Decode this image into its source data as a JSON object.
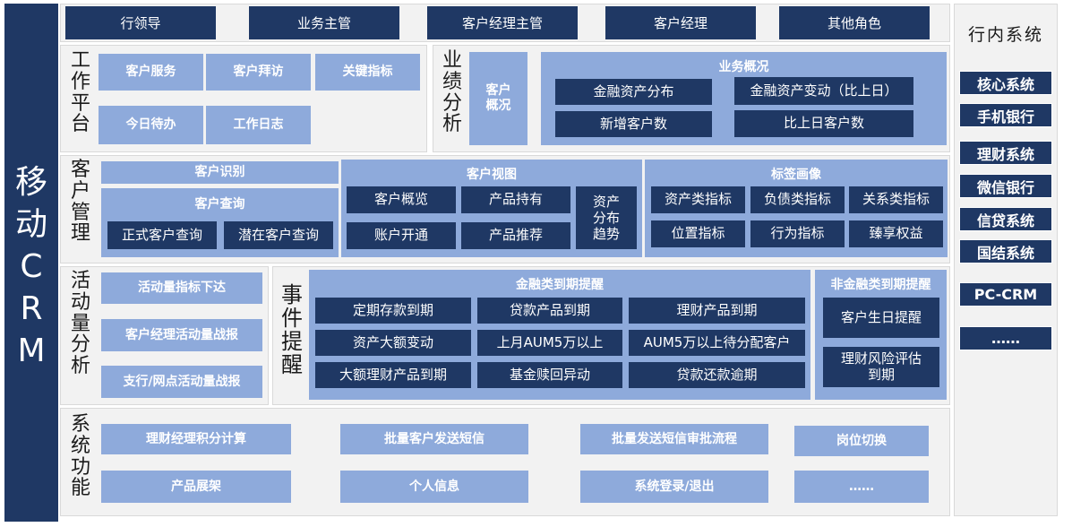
{
  "left_title": [
    "移",
    "动",
    "C",
    "R",
    "M"
  ],
  "roles": [
    "行领导",
    "业务主管",
    "客户经理主管",
    "客户经理",
    "其他角色"
  ],
  "work_platform": {
    "label": [
      "工",
      "作",
      "平",
      "台"
    ],
    "items": [
      "客户服务",
      "客户拜访",
      "关键指标",
      "今日待办",
      "工作日志"
    ]
  },
  "performance": {
    "label": [
      "业",
      "绩",
      "分",
      "析"
    ],
    "overview_left": "客户\n概况",
    "business_overview_title": "业务概况",
    "items": [
      "金融资产分布",
      "金融资产变动（比上日）",
      "新增客户数",
      "比上日客户数"
    ]
  },
  "customer_mgmt": {
    "label": [
      "客",
      "户",
      "管",
      "理"
    ],
    "identify": "客户识别",
    "query_title": "客户查询",
    "query_items": [
      "正式客户查询",
      "潜在客户查询"
    ],
    "view_title": "客户视图",
    "view_items": [
      "客户概览",
      "产品持有",
      "账户开通",
      "产品推荐"
    ],
    "view_side": "资产\n分布\n趋势",
    "tag_title": "标签画像",
    "tag_items": [
      "资产类指标",
      "负债类指标",
      "关系类指标",
      "位置指标",
      "行为指标",
      "臻享权益"
    ]
  },
  "activity": {
    "label": [
      "活",
      "动",
      "量",
      "分",
      "析"
    ],
    "items": [
      "活动量指标下达",
      "客户经理活动量战报",
      "支行/网点活动量战报"
    ]
  },
  "events": {
    "label": [
      "事",
      "件",
      "提",
      "醒"
    ],
    "financial_title": "金融类到期提醒",
    "financial_items": [
      "定期存款到期",
      "贷款产品到期",
      "理财产品到期",
      "资产大额变动",
      "上月AUM5万以上",
      "AUM5万以上待分配客户",
      "大额理财产品到期",
      "基金赎回异动",
      "贷款还款逾期"
    ],
    "nonfinancial_title": "非金融类到期提醒",
    "nonfinancial_items": [
      "客户生日提醒",
      "理财风险评估\n到期"
    ]
  },
  "system": {
    "label": [
      "系",
      "统",
      "功",
      "能"
    ],
    "items": [
      "理财经理积分计算",
      "批量客户发送短信",
      "批量发送短信审批流程",
      "岗位切换",
      "产品展架",
      "个人信息",
      "系统登录/退出",
      "……"
    ]
  },
  "internal_systems": {
    "title": "行内系统",
    "items": [
      "核心系统",
      "手机银行",
      "理财系统",
      "微信银行",
      "信贷系统",
      "国结系统",
      "PC-CRM",
      "……"
    ]
  },
  "colors": {
    "dark": "#1f3864",
    "light": "#8eaadb",
    "panel": "#f2f2f2"
  }
}
